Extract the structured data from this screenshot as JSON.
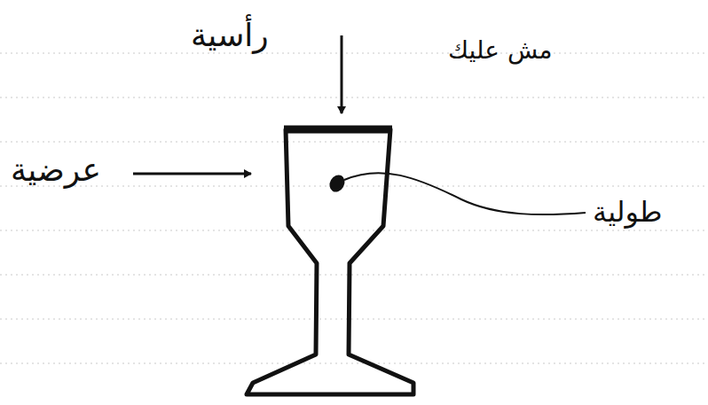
{
  "diagram": {
    "labels": [
      "رأسية",
      "عرضية",
      "طولية",
      "مش عليك"
    ]
  }
}
